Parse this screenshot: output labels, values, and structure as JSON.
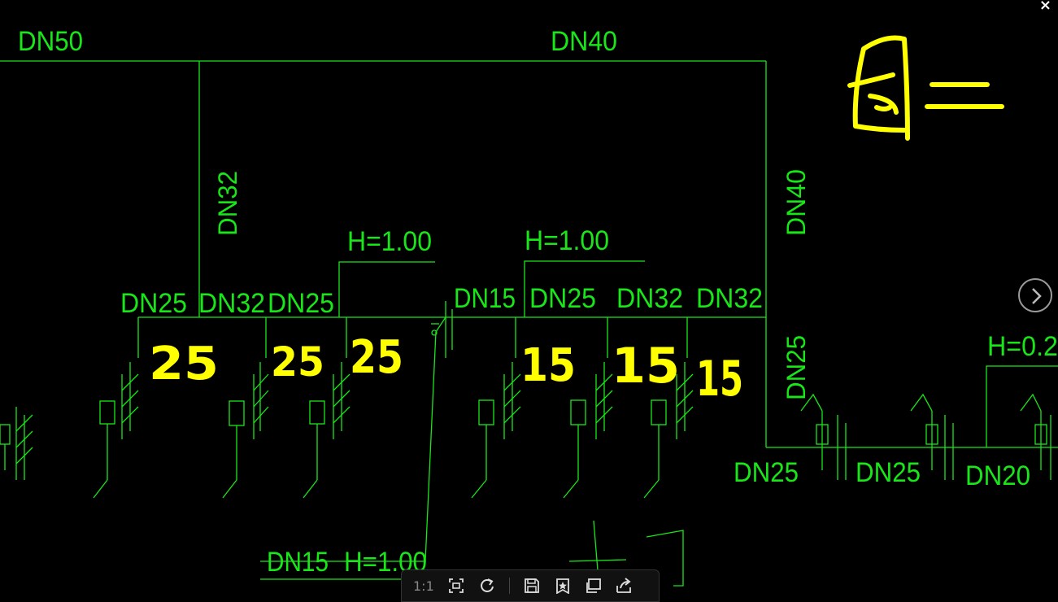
{
  "drawing": {
    "labels": {
      "dn50": "DN50",
      "dn40_top": "DN40",
      "dn32_vert": "DN32",
      "dn40_vert": "DN40",
      "dn25_vert": "DN25",
      "h1": "H=1.00",
      "h2": "H=1.00",
      "h3": "H=0.2",
      "row_dn25_a": "DN25",
      "row_dn32_a": "DN32",
      "row_dn25_b": "DN25",
      "row_dn15": "DN15",
      "row_dn25_c": "DN25",
      "row_dn32_b": "DN32",
      "row_dn32_c": "DN32",
      "bottom_dn25_a": "DN25",
      "bottom_dn25_b": "DN25",
      "bottom_dn20": "DN20",
      "bottom_dn15": "DN15",
      "bottom_h": "H=1.00"
    },
    "handwritten": {
      "n1": "25",
      "n2": "25",
      "n3": "25",
      "n4": "15",
      "n5": "15",
      "n6": "15"
    }
  },
  "toolbar": {
    "zoom": "1:1"
  },
  "colors": {
    "pipe": "#19e619",
    "annotation": "#ffff00",
    "background": "#000000"
  }
}
